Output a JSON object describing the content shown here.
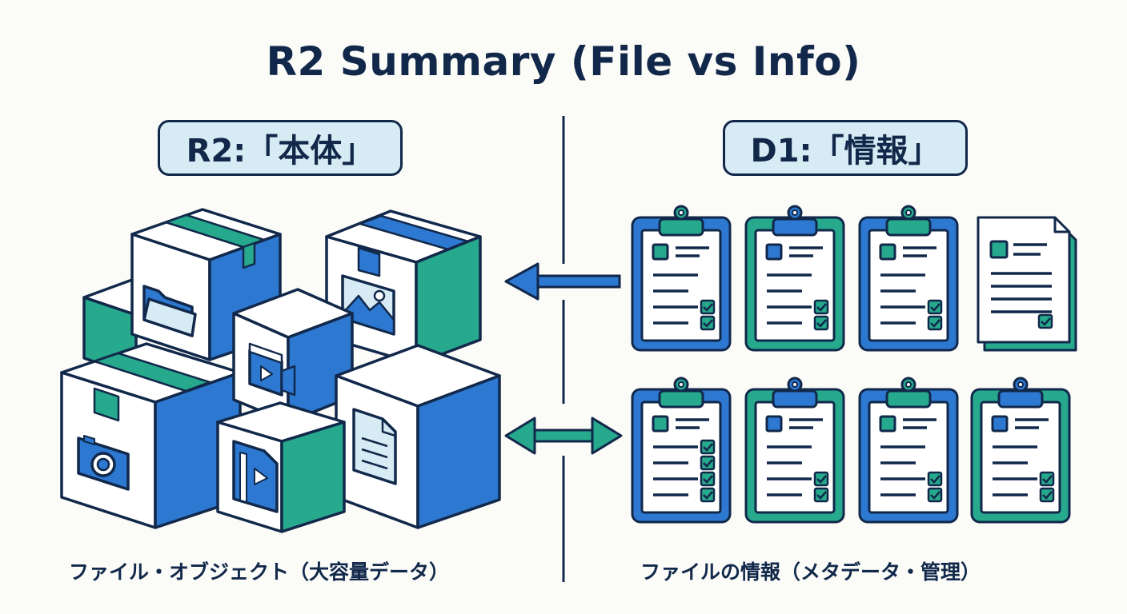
{
  "title": "R2 Summary (File vs Info)",
  "left": {
    "label": "R2:「本体」",
    "caption": "ファイル・オブジェクト（大容量データ）"
  },
  "right": {
    "label": "D1:「情報」",
    "caption": "ファイルの情報（メタデータ・管理）"
  },
  "colors": {
    "navy": "#11284a",
    "blue": "#2d78d1",
    "teal": "#27a98d",
    "light": "#d7ebf4",
    "paper": "#ffffff"
  },
  "icons": {
    "boxes": [
      "folder-icon",
      "image-icon",
      "video-camera-icon",
      "camera-icon",
      "video-file-icon",
      "document-icon"
    ],
    "records": [
      "clipboard-icon",
      "document-stack-icon"
    ],
    "arrows": [
      "arrow-left-icon",
      "double-arrow-icon"
    ]
  }
}
